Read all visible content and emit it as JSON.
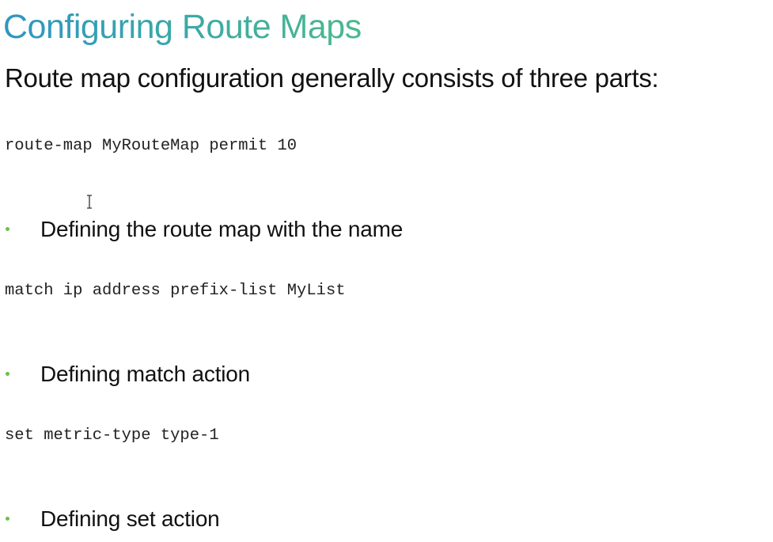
{
  "slide": {
    "title": "Configuring Route Maps",
    "subtitle": "Route map configuration generally consists of three parts:",
    "sections": [
      {
        "code": "route-map MyRouteMap permit 10",
        "bullet": "Defining the route map with the name"
      },
      {
        "code": "match ip address prefix-list MyList",
        "bullet": "Defining match action"
      },
      {
        "code": "set metric-type type-1",
        "bullet": "Defining set action"
      }
    ]
  },
  "colors": {
    "title_gradient_start": "#2f95c4",
    "title_gradient_end": "#4cb98e",
    "bullet": "#6cbf4a",
    "text": "#111111"
  },
  "icons": {
    "cursor": "text-cursor-icon",
    "bullet": "bullet-dot-icon"
  }
}
